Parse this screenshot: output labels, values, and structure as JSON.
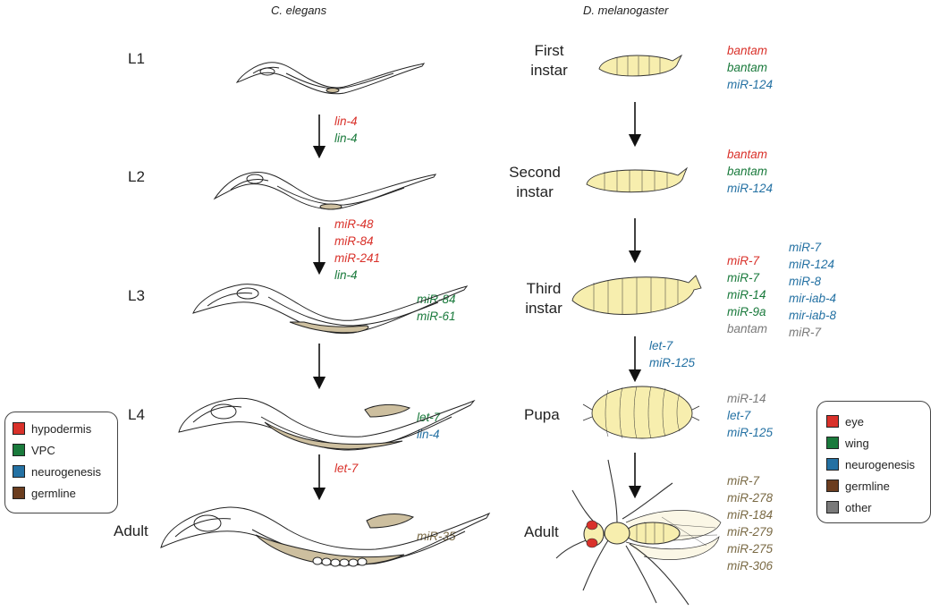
{
  "columns": {
    "left": "C. elegans",
    "right": "D. melanogaster"
  },
  "worm_stages": {
    "l1": "L1",
    "l2": "L2",
    "l3": "L3",
    "l4": "L4",
    "adult": "Adult"
  },
  "fly_stages": {
    "first": [
      "First",
      "instar"
    ],
    "second": [
      "Second",
      "instar"
    ],
    "third": [
      "Third",
      "instar"
    ],
    "pupa": "Pupa",
    "adult": "Adult"
  },
  "worm_mirnas": {
    "l1_l2": [
      {
        "name": "lin-4",
        "category": "hypodermis"
      },
      {
        "name": "lin-4",
        "category": "VPC"
      }
    ],
    "l2_l3": [
      {
        "name": "miR-48",
        "category": "hypodermis"
      },
      {
        "name": "miR-84",
        "category": "hypodermis"
      },
      {
        "name": "miR-241",
        "category": "hypodermis"
      },
      {
        "name": "lin-4",
        "category": "VPC"
      }
    ],
    "l3": [
      {
        "name": "miR-84",
        "category": "VPC"
      },
      {
        "name": "miR-61",
        "category": "VPC"
      }
    ],
    "l4": [
      {
        "name": "let-7",
        "category": "VPC"
      },
      {
        "name": "lin-4",
        "category": "neurogenesis"
      }
    ],
    "l4_adult": [
      {
        "name": "let-7",
        "category": "hypodermis"
      }
    ],
    "adult": [
      {
        "name": "miR-35",
        "category": "germline"
      }
    ]
  },
  "fly_mirnas": {
    "first": [
      {
        "name": "bantam",
        "category": "eye"
      },
      {
        "name": "bantam",
        "category": "wing"
      },
      {
        "name": "miR-124",
        "category": "neurogenesis"
      }
    ],
    "second": [
      {
        "name": "bantam",
        "category": "eye"
      },
      {
        "name": "bantam",
        "category": "wing"
      },
      {
        "name": "miR-124",
        "category": "neurogenesis"
      }
    ],
    "third_a": [
      {
        "name": "miR-7",
        "category": "eye"
      },
      {
        "name": "miR-7",
        "category": "wing"
      },
      {
        "name": "miR-14",
        "category": "wing"
      },
      {
        "name": "miR-9a",
        "category": "wing"
      },
      {
        "name": "bantam",
        "category": "other"
      }
    ],
    "third_b": [
      {
        "name": "miR-7",
        "category": "neurogenesis"
      },
      {
        "name": "miR-124",
        "category": "neurogenesis"
      },
      {
        "name": "miR-8",
        "category": "neurogenesis"
      },
      {
        "name": "mir-iab-4",
        "category": "neurogenesis"
      },
      {
        "name": "mir-iab-8",
        "category": "neurogenesis"
      },
      {
        "name": "miR-7",
        "category": "other"
      }
    ],
    "third_pupa": [
      {
        "name": "let-7",
        "category": "neurogenesis"
      },
      {
        "name": "miR-125",
        "category": "neurogenesis"
      }
    ],
    "pupa": [
      {
        "name": "miR-14",
        "category": "other"
      },
      {
        "name": "let-7",
        "category": "neurogenesis"
      },
      {
        "name": "miR-125",
        "category": "neurogenesis"
      }
    ],
    "adult": [
      {
        "name": "miR-7",
        "category": "germline"
      },
      {
        "name": "miR-278",
        "category": "germline"
      },
      {
        "name": "miR-184",
        "category": "germline"
      },
      {
        "name": "miR-279",
        "category": "germline"
      },
      {
        "name": "miR-275",
        "category": "germline"
      },
      {
        "name": "miR-306",
        "category": "germline"
      }
    ]
  },
  "legend_worm": [
    {
      "label": "hypodermis",
      "color": "#d9312a"
    },
    {
      "label": "VPC",
      "color": "#1a7a3c"
    },
    {
      "label": "neurogenesis",
      "color": "#2471a3"
    },
    {
      "label": "germline",
      "color": "#6b3d1f"
    }
  ],
  "legend_fly": [
    {
      "label": "eye",
      "color": "#d9312a"
    },
    {
      "label": "wing",
      "color": "#1a7a3c"
    },
    {
      "label": "neurogenesis",
      "color": "#2471a3"
    },
    {
      "label": "germline",
      "color": "#6b3d1f"
    },
    {
      "label": "other",
      "color": "#7a7a7a"
    }
  ],
  "text_colors": {
    "hypodermis": "#d9312a",
    "VPC": "#1a7a3c",
    "neurogenesis": "#2471a3",
    "germline": "#7a6a45",
    "eye": "#d9312a",
    "wing": "#1a7a3c",
    "other": "#7a7a7a"
  },
  "figure_colors": {
    "larva_fill": "#f7eeae",
    "gonad_fill": "#cdbf9f",
    "outline": "#222222",
    "fly_eye": "#d9312a"
  }
}
